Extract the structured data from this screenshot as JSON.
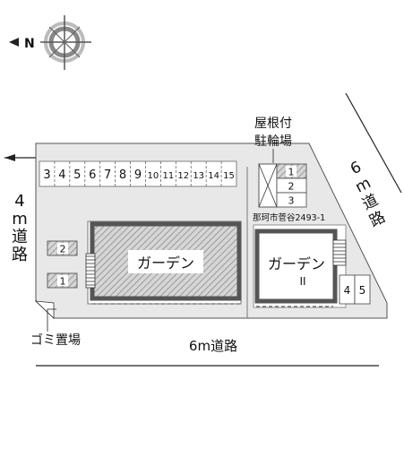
{
  "compass": {
    "north_letter": "N",
    "icon": "compass-rose-icon"
  },
  "roads": {
    "left": [
      "4",
      "m",
      "道",
      "路"
    ],
    "right": [
      "6",
      "m",
      "道",
      "路"
    ],
    "bottom": "6m道路"
  },
  "parking": {
    "row_top": [
      "3",
      "4",
      "5",
      "6",
      "7",
      "8",
      "9",
      "10",
      "11",
      "12",
      "13",
      "14",
      "15"
    ],
    "roofed_stack": [
      "1",
      "2",
      "3"
    ],
    "left_pair": [
      "2",
      "1"
    ],
    "right_pair": [
      "4",
      "5"
    ]
  },
  "labels": {
    "roofed_parking_line1": "屋根付",
    "roofed_parking_line2": "駐輪場",
    "address": "那珂市菅谷2493-1",
    "garbage": "ゴミ置場"
  },
  "buildings": {
    "garden_1": "ガーデン",
    "garden_2_line1": "ガーデン",
    "garden_2_line2": "II"
  },
  "colors": {
    "lot": "#e8e8e8",
    "building_border": "#555555",
    "hatch": "#8a8a8a"
  }
}
